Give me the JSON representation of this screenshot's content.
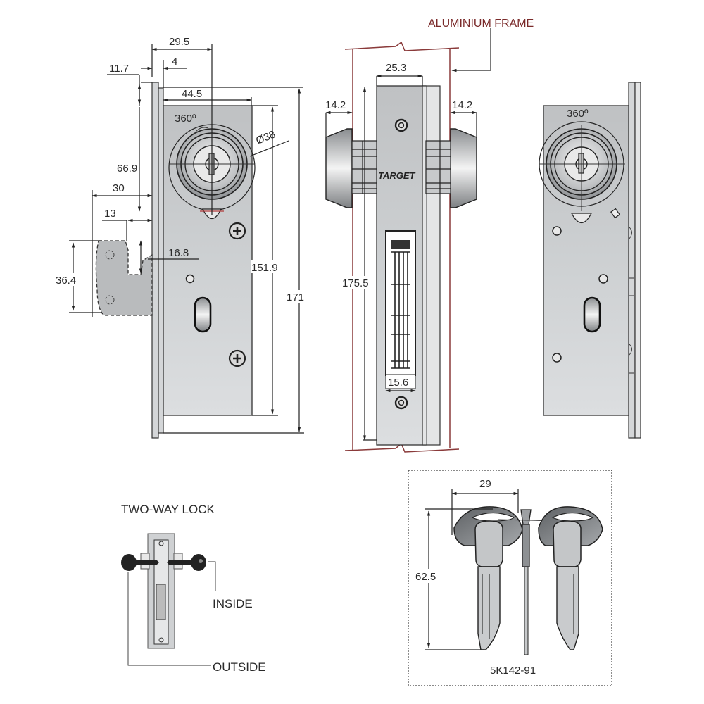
{
  "diagram": {
    "brand_logo": "TARGET",
    "front_view": {
      "dims": {
        "backset": "29.5",
        "faceplate_thickness": "4",
        "faceplate_offset": "11.7",
        "body_width": "44.5",
        "cylinder_rotation": "360º",
        "cylinder_diameter": "Ø38",
        "top_to_cylinder": "66.9",
        "bolt_throw": "30",
        "bolt_depth": "13",
        "bolt_gap": "16.8",
        "bolt_height": "36.4",
        "body_height": "151.9",
        "faceplate_height": "171"
      }
    },
    "side_view": {
      "frame_label": "ALUMINIUM FRAME",
      "dims": {
        "body_depth": "25.3",
        "cylinder_left": "14.2",
        "cylinder_right": "14.2",
        "frame_height": "175.5",
        "strike_width": "15.6"
      }
    },
    "rear_view": {
      "dims": {
        "cylinder_rotation": "360º"
      }
    },
    "two_way_lock": {
      "title": "TWO-WAY LOCK",
      "inside_label": "INSIDE",
      "outside_label": "OUTSIDE"
    },
    "keys": {
      "dims": {
        "head_width": "29",
        "key_length": "62.5"
      },
      "part_number": "5K142-91"
    },
    "colors": {
      "frame_line": "#8a3a3a",
      "metal": "#c9cbcd",
      "ink": "#222222"
    }
  }
}
